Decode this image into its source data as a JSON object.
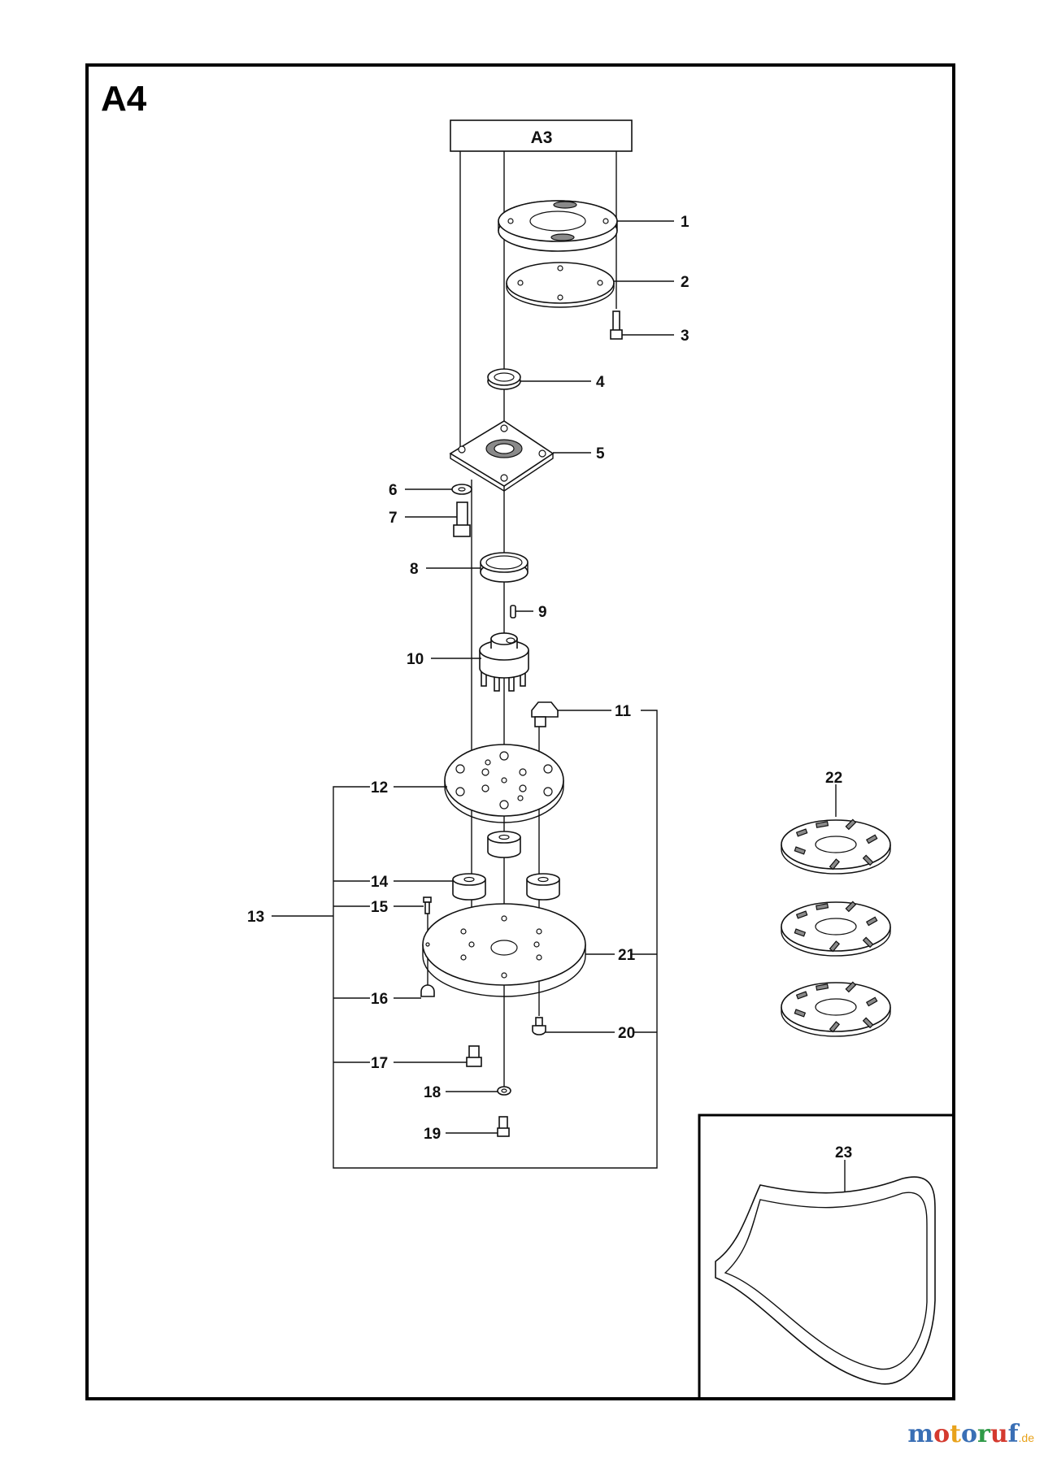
{
  "diagram": {
    "section_label": "A4",
    "reference_label": "A3",
    "callouts": [
      "1",
      "2",
      "3",
      "4",
      "5",
      "6",
      "7",
      "8",
      "9",
      "10",
      "11",
      "12",
      "13",
      "14",
      "15",
      "16",
      "17",
      "18",
      "19",
      "20",
      "21",
      "22",
      "23"
    ]
  },
  "watermark": {
    "text": "motoruf",
    "suffix": ".de",
    "colors": [
      "#3a6fb5",
      "#d43a2f",
      "#e8a21b",
      "#3a6fb5",
      "#2f9a47",
      "#d43a2f",
      "#3a6fb5"
    ]
  }
}
